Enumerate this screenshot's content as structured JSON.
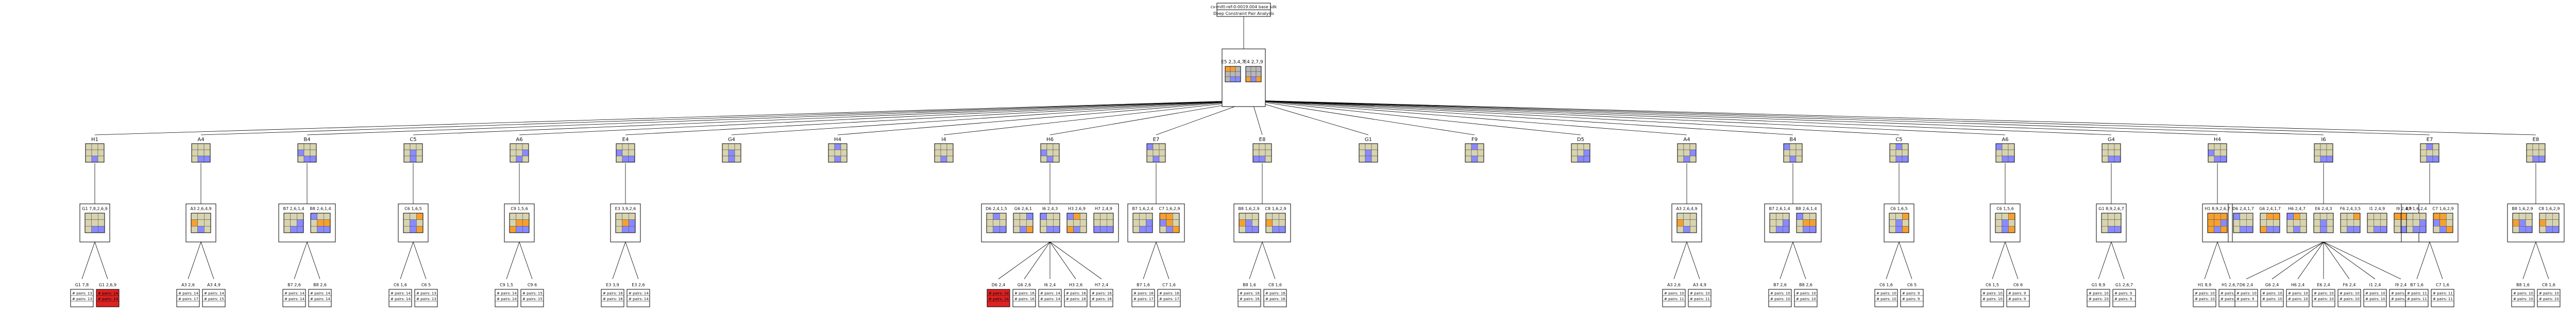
{
  "header": {
    "line1": "cv-mitt-ref-0-0019.004 base sdk",
    "line2": "Deep Constraint Pair Analysis"
  },
  "colors": {
    "empty": "#d8d4b0",
    "blue": "#8a8aff",
    "orange": "#f5a030",
    "grey": "#b8b8b8",
    "red": "#dd2222",
    "line": "#000000"
  },
  "roots": [
    {
      "label": "E5 2,3,4,7"
    },
    {
      "label": "E4 2,7,9"
    }
  ],
  "groups": [
    {
      "label": "H1",
      "pair": "G1 7,8,2,6,9",
      "leaves": [
        {
          "label": "G1 7,8",
          "info": [
            "# pairs: 13",
            "# pairs: 13"
          ]
        },
        {
          "label": "G1 2,6,9",
          "info": [
            "# pairs: 14",
            "# pairs: 14"
          ],
          "error": true
        }
      ]
    },
    {
      "label": "A4",
      "pair": "A3 2,6,4,9",
      "leaves": [
        {
          "label": "A3 2,6",
          "info": [
            "# pairs: 14",
            "# pairs: 17"
          ]
        },
        {
          "label": "A3 4,9",
          "info": [
            "# pairs: 14",
            "# pairs: 15"
          ]
        }
      ]
    },
    {
      "label": "B4",
      "pairs": [
        "B7 2,6,1,4",
        "B8 2,6,1,4"
      ],
      "leaves": [
        {
          "label": "B7 2,6",
          "info": [
            "# pairs: 14",
            "# pairs: 14"
          ]
        },
        {
          "label": "B8 2,6",
          "info": [
            "# pairs: 14",
            "# pairs: 14"
          ]
        }
      ]
    },
    {
      "label": "C5",
      "pair": "C6 1,6,5",
      "leaves": [
        {
          "label": "C6 1,6",
          "info": [
            "# pairs: 14",
            "# pairs: 14"
          ]
        },
        {
          "label": "C6 5",
          "info": [
            "# pairs: 13",
            "# pairs: 13"
          ]
        }
      ]
    },
    {
      "label": "A6",
      "pair": "C9 1,5,6",
      "leaves": [
        {
          "label": "C9 1,5",
          "info": [
            "# pairs: 14",
            "# pairs: 14"
          ]
        },
        {
          "label": "C9 6",
          "info": [
            "# pairs: 15",
            "# pairs: 15"
          ]
        }
      ]
    },
    {
      "label": "E4",
      "pair": "E3 3,9,2,6",
      "leaves": [
        {
          "label": "E3 3,9",
          "info": [
            "# pairs: 16",
            "# pairs: 16"
          ]
        },
        {
          "label": "E3 2,6",
          "info": [
            "# pairs: 14",
            "# pairs: 14"
          ]
        }
      ]
    },
    {
      "label": "G4"
    },
    {
      "label": "H4"
    },
    {
      "label": "I4"
    },
    {
      "label": "H6",
      "pairs": [
        "D6 2,4,1,5",
        "G6 2,6,1",
        "I6 2,4,3",
        "H3 2,6,9",
        "H7 2,4,9"
      ],
      "leaves": [
        {
          "label": "D6 2,4",
          "info": [
            "# pairs: 14",
            "# pairs: 14"
          ],
          "error": true
        },
        {
          "label": "G6 2,6",
          "info": [
            "# pairs: 16",
            "# pairs: 16"
          ]
        },
        {
          "label": "I6 2,4",
          "info": [
            "# pairs: 14",
            "# pairs: 14"
          ]
        },
        {
          "label": "H3 2,6",
          "info": [
            "# pairs: 16",
            "# pairs: 16"
          ]
        },
        {
          "label": "H7 2,4",
          "info": [
            "# pairs: 16",
            "# pairs: 16"
          ]
        }
      ]
    },
    {
      "label": "E7",
      "pairs": [
        "B7 1,6,2,4",
        "C7 1,6,2,9"
      ],
      "leaves": [
        {
          "label": "B7 1,6",
          "info": [
            "# pairs: 16",
            "# pairs: 17"
          ]
        },
        {
          "label": "C7 1,6",
          "info": [
            "# pairs: 16",
            "# pairs: 17"
          ]
        }
      ]
    },
    {
      "label": "E8",
      "pairs": [
        "B8 1,6,2,9",
        "C8 1,6,2,9"
      ],
      "leaves": [
        {
          "label": "B8 1,6",
          "info": [
            "# pairs: 16",
            "# pairs: 16"
          ]
        },
        {
          "label": "C8 1,6",
          "info": [
            "# pairs: 16",
            "# pairs: 16"
          ]
        }
      ]
    },
    {
      "label": "G1"
    },
    {
      "label": "F9"
    },
    {
      "label": "D5"
    },
    {
      "label": "A4",
      "pair": "A3 2,6,4,9",
      "leaves": [
        {
          "label": "A3 2,6",
          "info": [
            "# pairs: 10",
            "# pairs: 11"
          ]
        },
        {
          "label": "A3 4,9",
          "info": [
            "# pairs: 10",
            "# pairs: 11"
          ]
        }
      ]
    },
    {
      "label": "B4",
      "pairs": [
        "B7 2,6,1,4",
        "B8 2,6,1,4"
      ],
      "leaves": [
        {
          "label": "B7 2,6",
          "info": [
            "# pairs: 10",
            "# pairs: 10"
          ]
        },
        {
          "label": "B8 2,6",
          "info": [
            "# pairs: 10",
            "# pairs: 10"
          ]
        }
      ]
    },
    {
      "label": "C5",
      "pair": "C6 1,6,5",
      "leaves": [
        {
          "label": "C6 1,6",
          "info": [
            "# pairs: 10",
            "# pairs: 10"
          ]
        },
        {
          "label": "C6 5",
          "info": [
            "# pairs: 9",
            "# pairs: 9"
          ]
        }
      ]
    },
    {
      "label": "A6",
      "pair": "C6 1,5,6",
      "leaves": [
        {
          "label": "C6 1,5",
          "info": [
            "# pairs: 10",
            "# pairs: 10"
          ]
        },
        {
          "label": "C6 6",
          "info": [
            "# pairs: 9",
            "# pairs: 9"
          ]
        }
      ]
    },
    {
      "label": "G4",
      "pair": "G1 8,9,2,6,7",
      "leaves": [
        {
          "label": "G1 8,9",
          "info": [
            "# pairs: 10",
            "# pairs: 10"
          ]
        },
        {
          "label": "G1 2,6,7",
          "info": [
            "# pairs: 9",
            "# pairs: 9"
          ]
        }
      ]
    },
    {
      "label": "H4",
      "pair": "H1 8,9,2,6,7",
      "leaves": [
        {
          "label": "H1 8,9",
          "info": [
            "# pairs: 10",
            "# pairs: 10"
          ]
        },
        {
          "label": "H1 2,6,7",
          "info": [
            "# pairs: 9",
            "# pairs: 9"
          ]
        }
      ]
    },
    {
      "label": "I6",
      "pairs": [
        "D6 2,4,1,7",
        "G6 2,4,1,7",
        "H6 2,4,7",
        "E6 2,4,3",
        "F6 2,4,3,5",
        "I1 2,4,9",
        "I9 2,4,9"
      ],
      "leaves": [
        {
          "label": "D6 2,4",
          "info": [
            "# pairs: 10",
            "# pairs: 9"
          ]
        },
        {
          "label": "G6 2,4",
          "info": [
            "# pairs: 10",
            "# pairs: 10"
          ]
        },
        {
          "label": "H6 2,4",
          "info": [
            "# pairs: 10",
            "# pairs: 10"
          ]
        },
        {
          "label": "E6 2,4",
          "info": [
            "# pairs: 10",
            "# pairs: 10"
          ]
        },
        {
          "label": "F6 2,4",
          "info": [
            "# pairs: 10",
            "# pairs: 10"
          ]
        },
        {
          "label": "I1 2,4",
          "info": [
            "# pairs: 10",
            "# pairs: 10"
          ]
        },
        {
          "label": "I9 2,4",
          "info": [
            "# pairs: 10",
            "# pairs: 10"
          ]
        }
      ]
    },
    {
      "label": "E7",
      "pairs": [
        "B7 1,6,2,4",
        "C7 1,6,2,9"
      ],
      "leaves": [
        {
          "label": "B7 1,6",
          "info": [
            "# pairs: 11",
            "# pairs: 11"
          ]
        },
        {
          "label": "C7 1,6",
          "info": [
            "# pairs: 11",
            "# pairs: 11"
          ]
        }
      ]
    },
    {
      "label": "E8",
      "pairs": [
        "B8 1,6,2,9",
        "C8 1,6,2,9"
      ],
      "leaves": [
        {
          "label": "B8 1,6",
          "info": [
            "# pairs: 10",
            "# pairs: 10"
          ]
        },
        {
          "label": "C8 1,6",
          "info": [
            "# pairs: 10",
            "# pairs: 10"
          ]
        }
      ]
    }
  ]
}
